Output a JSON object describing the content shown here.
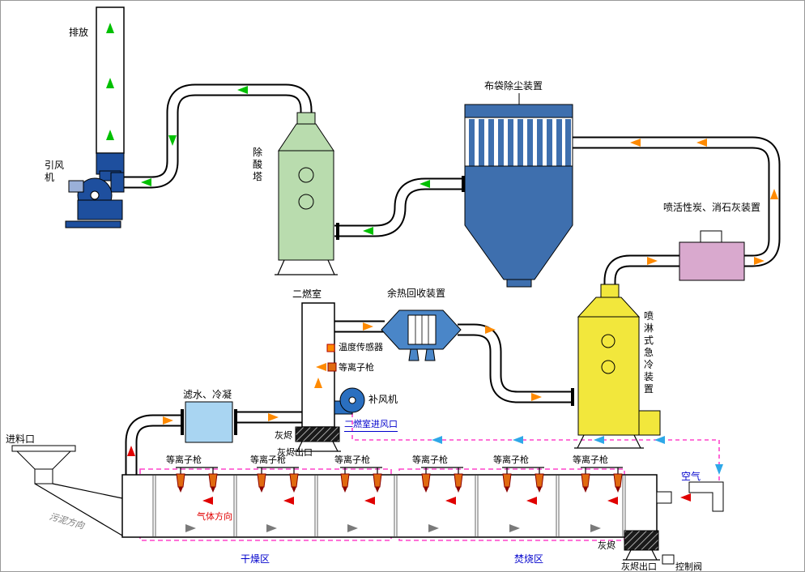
{
  "labels": {
    "emission": "排放",
    "induced_draft_fan": "引风\n机",
    "acid_tower": "除\n酸\n塔",
    "bag_filter": "布袋除尘装置",
    "carbon_lime_injector": "喷活性炭、消石灰装置",
    "quench_tower": "喷\n淋\n式\n急\n冷\n装\n置",
    "heat_recovery": "余热回收装置",
    "secondary_chamber": "二燃室",
    "temp_sensor": "温度传感器",
    "plasma_gun": "等离子枪",
    "makeup_fan": "补风机",
    "secondary_air_inlet": "二燃室进风口",
    "condenser": "滤水、冷凝",
    "ash": "灰烬",
    "ash_outlet": "灰烬出口",
    "feed_inlet": "进料口",
    "sludge_direction": "污泥方向",
    "gas_direction": "气体方向",
    "drying_zone": "干燥区",
    "incineration_zone": "焚烧区",
    "air": "空气",
    "control_valve": "控制阀"
  },
  "colors": {
    "clean_gas_arrow": "#00c000",
    "hot_gas_arrow": "#ff8a00",
    "air_arrow": "#2ea8e8",
    "gas_direction_arrow": "#e00000",
    "sludge_arrow": "#7a7a7a",
    "air_line_dashed": "#ff44cc",
    "bag_filter": "#3e6fae",
    "acid_tower": "#b9dcae",
    "quench_tower": "#f2e73c",
    "injector_box": "#d9a9ce",
    "condenser": "#a9d5f2",
    "fan": "#1e4f9e",
    "heat_recovery": "#4a86c8",
    "plasma_gun": "#e06a10"
  }
}
